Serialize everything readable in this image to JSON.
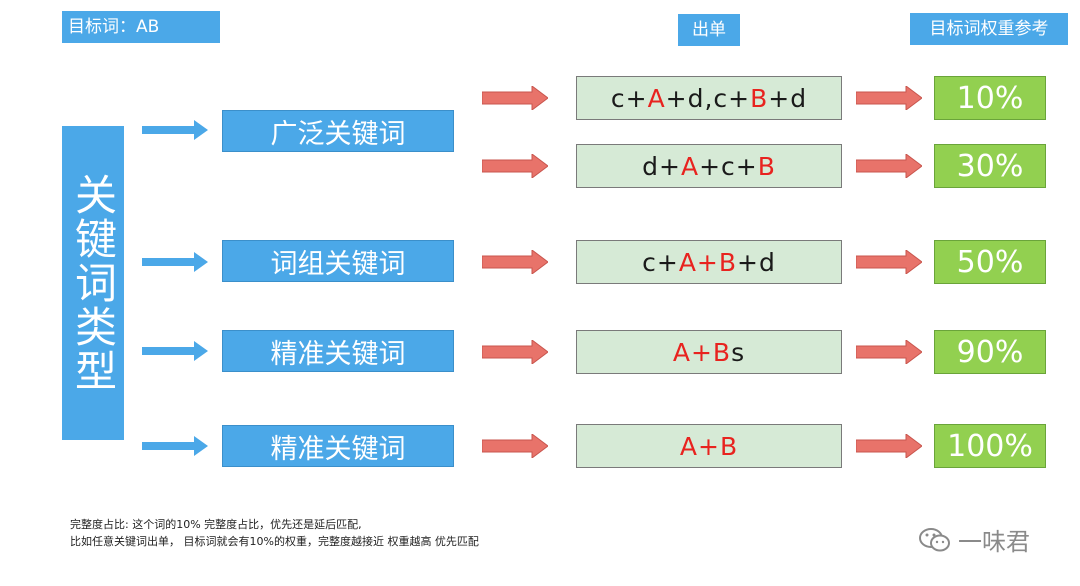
{
  "headers": {
    "target_word": "目标词：AB",
    "order": "出单",
    "weight_ref": "目标词权重参考"
  },
  "category_label": "关键词类型",
  "rows": [
    {
      "type": "广泛关键词",
      "examples": [
        [
          [
            "c+",
            ""
          ],
          [
            "A",
            "r"
          ],
          [
            "+d,c+",
            ""
          ],
          [
            "B",
            "r"
          ],
          [
            "+d",
            ""
          ]
        ]
      ],
      "percent": "10%"
    },
    {
      "type": "",
      "examples": [
        [
          [
            "d+",
            ""
          ],
          [
            "A",
            "r"
          ],
          [
            "+c+",
            ""
          ],
          [
            "B",
            "r"
          ]
        ]
      ],
      "percent": "30%"
    },
    {
      "type": "词组关键词",
      "examples": [
        [
          [
            "c+",
            ""
          ],
          [
            "A+B",
            "r"
          ],
          [
            "+d",
            ""
          ]
        ]
      ],
      "percent": "50%"
    },
    {
      "type": "精准关键词",
      "examples": [
        [
          [
            "A+B",
            "r"
          ],
          [
            "s",
            ""
          ]
        ]
      ],
      "percent": "90%"
    },
    {
      "type": "精准关键词",
      "examples": [
        [
          [
            "A+B",
            "r"
          ]
        ]
      ],
      "percent": "100%"
    }
  ],
  "notes": {
    "line1": "完整度占比: 这个词的10% 完整度占比，优先还是延后匹配,",
    "line2": "比如任意关键词出单，  目标词就会有10%的权重，完整度越接近 权重越高 优先匹配"
  },
  "watermark": "一味君",
  "colors": {
    "blue": "#4ba8e8",
    "green": "#92d050",
    "mint": "#d6ead6",
    "red": "#e8231f",
    "salmon": "#e8736a"
  }
}
